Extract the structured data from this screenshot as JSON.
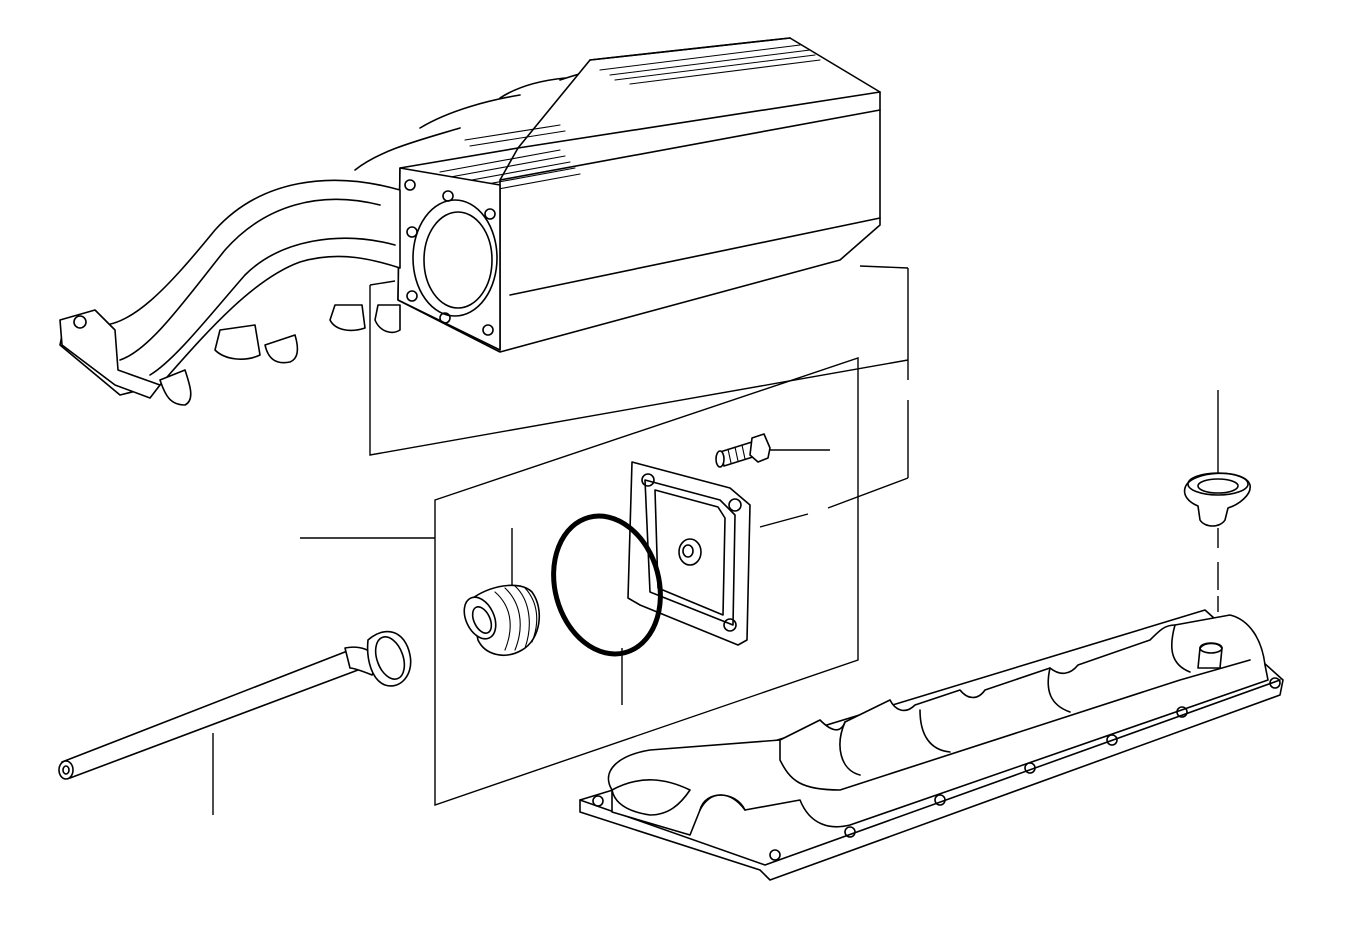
{
  "diagram": {
    "type": "exploded-parts-view",
    "parts": [
      {
        "id": "intake-manifold",
        "icon": "intake-manifold-icon"
      },
      {
        "id": "bolt",
        "icon": "bolt-icon"
      },
      {
        "id": "flange-cover-plate",
        "icon": "flange-plate-icon"
      },
      {
        "id": "o-ring",
        "icon": "o-ring-icon"
      },
      {
        "id": "bellows-sleeve",
        "icon": "sleeve-icon"
      },
      {
        "id": "vent-pipe-with-grommet",
        "icon": "pipe-icon"
      },
      {
        "id": "grommet",
        "icon": "grommet-icon"
      },
      {
        "id": "valve-cover",
        "icon": "valve-cover-icon"
      }
    ],
    "colors": {
      "line": "#000000",
      "background": "#ffffff"
    }
  }
}
